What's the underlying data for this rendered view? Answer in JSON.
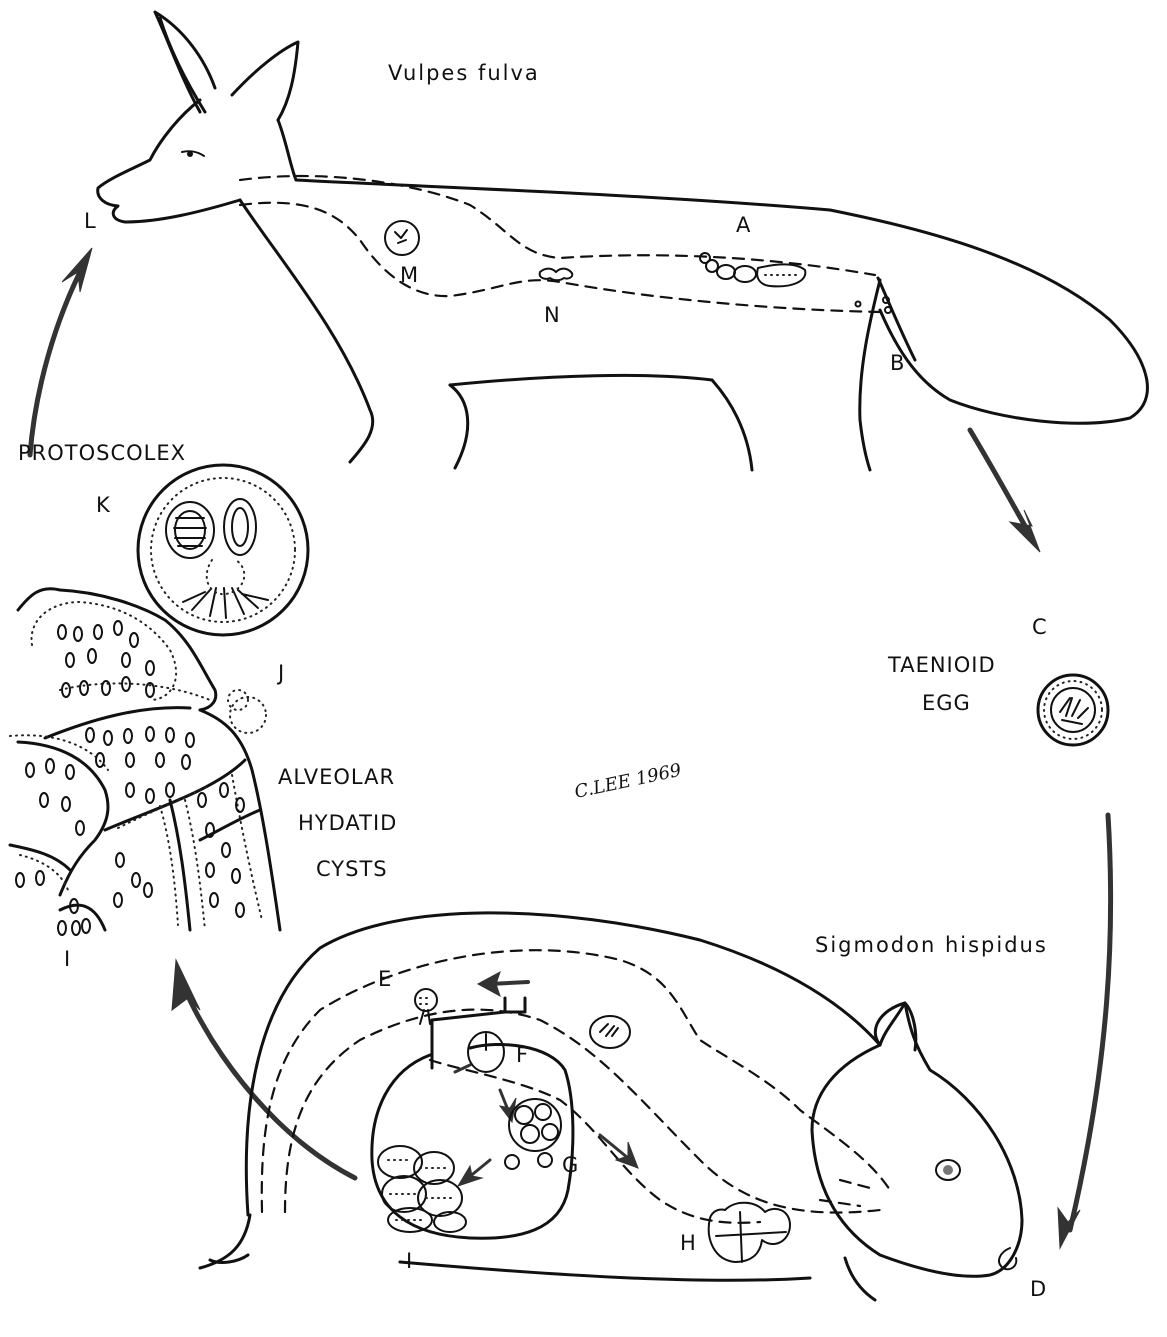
{
  "host_titles": {
    "definitive_host": "Vulpes fulva",
    "intermediate_host": "Sigmodon hispidus"
  },
  "stage_titles": {
    "protoscolex": "PROTOSCOLEX",
    "taenioid_line1": "TAENIOID",
    "taenioid_line2": "EGG",
    "alveolar_line1": "ALVEOLAR",
    "alveolar_line2": "HYDATID",
    "alveolar_line3": "CYSTS"
  },
  "letters": {
    "A": "A",
    "B": "B",
    "C": "C",
    "D": "D",
    "E": "E",
    "F": "F",
    "G": "G",
    "H": "H",
    "I_cyst": "I",
    "I_rat": "I",
    "J": "J",
    "K": "K",
    "L": "L",
    "M": "M",
    "N": "N"
  },
  "signature": "C.LEE 1969"
}
